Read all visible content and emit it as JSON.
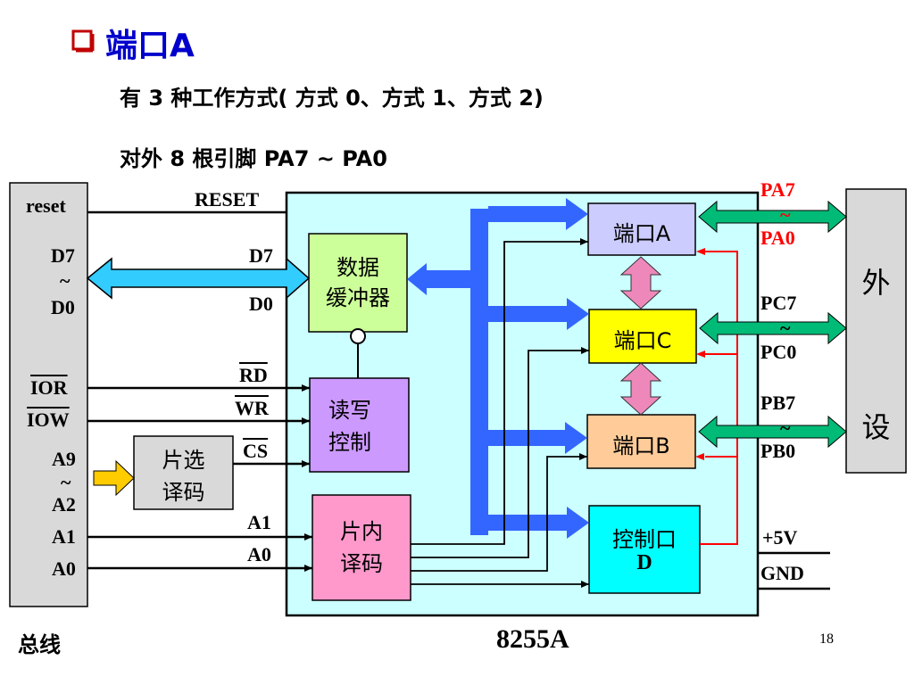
{
  "title": {
    "text": "端口A"
  },
  "lines": [
    "有 3 种工作方式( 方式 0、方式 1、方式 2)",
    "对外 8 根引脚 PA7 ~ PA0"
  ],
  "bus": {
    "caption": "总线",
    "reset": "reset",
    "d7": "D7",
    "tilde": "~",
    "d0": "D0",
    "ior": "IOR",
    "iow": "IOW",
    "a9": "A9",
    "a2": "A2",
    "a1": "A1",
    "a0": "A0"
  },
  "chip": {
    "name": "8255A",
    "pins": {
      "reset": "RESET",
      "d7": "D7",
      "d0": "D0",
      "rd": "RD",
      "wr": "WR",
      "cs": "CS",
      "a1": "A1",
      "a0": "A0"
    },
    "blocks": {
      "data_buffer": [
        "数据",
        "缓冲器"
      ],
      "rw_control": [
        "读写",
        "控制"
      ],
      "inner_decode": [
        "片内",
        "译码"
      ],
      "port_a": "端口A",
      "port_c": "端口C",
      "port_b": "端口B",
      "control_port": [
        "控制口",
        "D"
      ]
    }
  },
  "chip_select": [
    "片选",
    "译码"
  ],
  "external_pins": {
    "pa7": "PA7",
    "pa0": "PA0",
    "pc7": "PC7",
    "pc0": "PC0",
    "pb7": "PB7",
    "pb0": "PB0",
    "tilde": "~",
    "vcc": "+5V",
    "gnd": "GND"
  },
  "peripheral": [
    "外",
    "设"
  ],
  "page_number": "18",
  "colors": {
    "title": "#0000cc",
    "title_square": "#c00000",
    "pa_label": "#ff0000",
    "chip_bg": "#ccffff",
    "bus_arrow": "#3366ff",
    "data_arrow": "#33ccff",
    "port_arrow": "#00bb77",
    "pink_arrow": "#ee88bb",
    "feedback": "#ff0000"
  }
}
